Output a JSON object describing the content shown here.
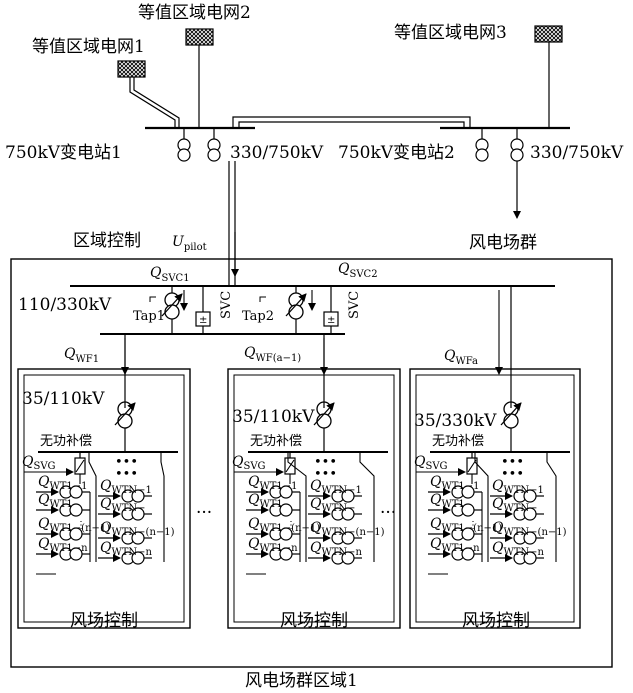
{
  "grids": {
    "grid1": "等值区域电网1",
    "grid2": "等值区域电网2",
    "grid3": "等值区域电网3"
  },
  "stations": {
    "station1": "750kV变电站1",
    "station2": "750kV变电站2",
    "transformer1_rating": "330/750kV",
    "transformer2_rating": "330/750kV"
  },
  "top": {
    "regional_control": "区域控制",
    "u_pilot_main": "U",
    "u_pilot_sub": "pilot",
    "wind_cluster": "风电场群"
  },
  "main_station": {
    "rating": "110/330kV",
    "tap1": "Tap1",
    "tap2": "Tap2",
    "svc": "SVC",
    "q_svc1_sub": "SVC1",
    "q_svc2_sub": "SVC2",
    "q": "Q"
  },
  "feeders": {
    "wf1_sub": "WF1",
    "wfa1_sub": "WF(a−1)",
    "wfa_sub": "WFa"
  },
  "farms": [
    {
      "rating": "35/110kV",
      "compensation": "无功补偿",
      "control": "风场控制"
    },
    {
      "rating": "35/110kV",
      "compensation": "无功补偿",
      "control": "风场控制"
    },
    {
      "rating": "35/330kV",
      "compensation": "无功补偿",
      "control": "风场控制"
    }
  ],
  "farm_labels": {
    "q_svg_sub": "SVG",
    "q_wt1_1": "WT1−1",
    "q_wt1_2": "WT1",
    "q_wt1_n1": "WT1−(n−1)",
    "q_wt1_n": "WT1−n",
    "q_wtn_1": "WTN−1",
    "q_wtn_2": "WTN−",
    "q_wtn_n1": "WTN−(n−1)",
    "q_wtn_n": "WTN−n",
    "dots": "•••"
  },
  "region": {
    "name": "风电场群区域1"
  }
}
